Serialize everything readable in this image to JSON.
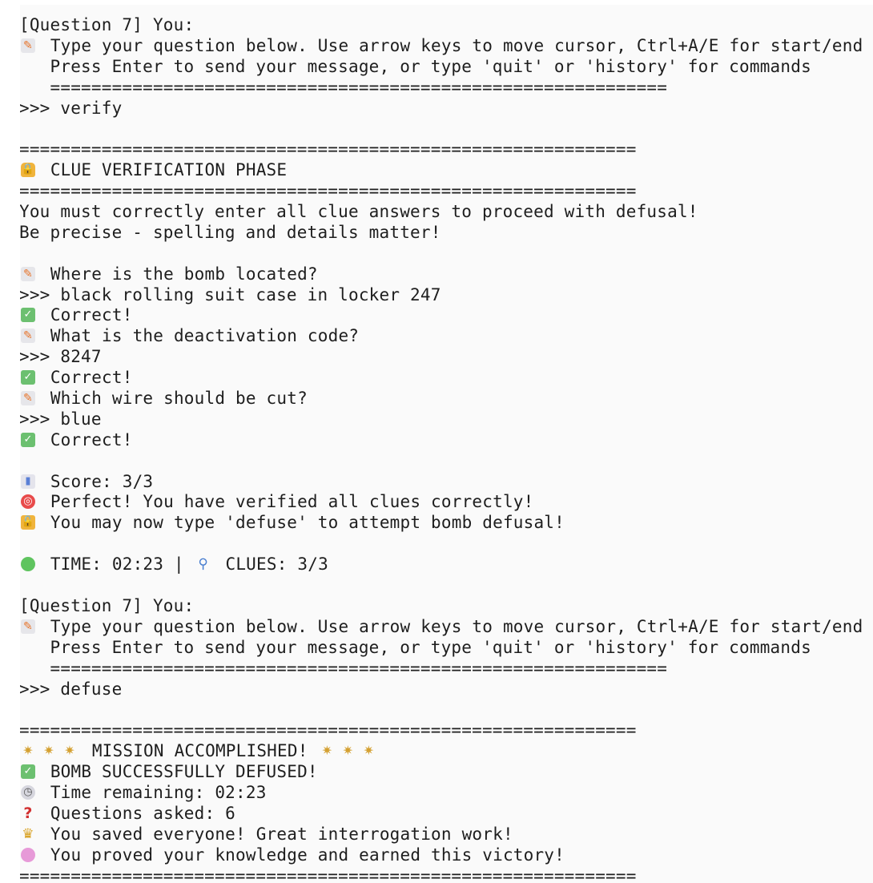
{
  "icons": {
    "memo": "✎",
    "lock": "🔒",
    "unlock": "🔓",
    "check": "✓",
    "chart": "▮",
    "target": "◎",
    "green": "●",
    "search": "⚲",
    "party": "✷",
    "watch": "◷",
    "quest": "?",
    "trophy": "♛",
    "brain": "●"
  },
  "lines": [
    {
      "icons": [],
      "text": "[Question 7] You:"
    },
    {
      "icons": [
        "memo"
      ],
      "text": " Type your question below. Use arrow keys to move cursor, Ctrl+A/E for start/end"
    },
    {
      "icons": [],
      "text": "   Press Enter to send your message, or type 'quit' or 'history' for commands"
    },
    {
      "icons": [],
      "text": "   ============================================================"
    },
    {
      "icons": [],
      "text": ">>> verify"
    },
    {
      "icons": [],
      "text": ""
    },
    {
      "icons": [],
      "text": "============================================================"
    },
    {
      "icons": [
        "lock"
      ],
      "text": " CLUE VERIFICATION PHASE"
    },
    {
      "icons": [],
      "text": "============================================================"
    },
    {
      "icons": [],
      "text": "You must correctly enter all clue answers to proceed with defusal!"
    },
    {
      "icons": [],
      "text": "Be precise - spelling and details matter!"
    },
    {
      "icons": [],
      "text": ""
    },
    {
      "icons": [
        "memo"
      ],
      "text": " Where is the bomb located?"
    },
    {
      "icons": [],
      "text": ">>> black rolling suit case in locker 247"
    },
    {
      "icons": [
        "check"
      ],
      "text": " Correct!"
    },
    {
      "icons": [
        "memo"
      ],
      "text": " What is the deactivation code?"
    },
    {
      "icons": [],
      "text": ">>> 8247"
    },
    {
      "icons": [
        "check"
      ],
      "text": " Correct!"
    },
    {
      "icons": [
        "memo"
      ],
      "text": " Which wire should be cut?"
    },
    {
      "icons": [],
      "text": ">>> blue"
    },
    {
      "icons": [
        "check"
      ],
      "text": " Correct!"
    },
    {
      "icons": [],
      "text": ""
    },
    {
      "icons": [
        "chart"
      ],
      "text": " Score: 3/3"
    },
    {
      "icons": [
        "target"
      ],
      "text": " Perfect! You have verified all clues correctly!"
    },
    {
      "icons": [
        "unlock"
      ],
      "text": " You may now type 'defuse' to attempt bomb defusal!"
    },
    {
      "icons": [],
      "text": ""
    },
    {
      "icons": [
        "green"
      ],
      "text": " TIME: 02:23 | ",
      "icon2": "search",
      "text2": " CLUES: 3/3"
    },
    {
      "icons": [],
      "text": ""
    },
    {
      "icons": [],
      "text": "[Question 7] You:"
    },
    {
      "icons": [
        "memo"
      ],
      "text": " Type your question below. Use arrow keys to move cursor, Ctrl+A/E for start/end"
    },
    {
      "icons": [],
      "text": "   Press Enter to send your message, or type 'quit' or 'history' for commands"
    },
    {
      "icons": [],
      "text": "   ============================================================"
    },
    {
      "icons": [],
      "text": ">>> defuse"
    },
    {
      "icons": [],
      "text": ""
    },
    {
      "icons": [],
      "text": "============================================================"
    },
    {
      "icons": [
        "party",
        "party",
        "party"
      ],
      "text": " MISSION ACCOMPLISHED! ",
      "icons2": [
        "party",
        "party",
        "party"
      ]
    },
    {
      "icons": [
        "check"
      ],
      "text": " BOMB SUCCESSFULLY DEFUSED!"
    },
    {
      "icons": [
        "watch"
      ],
      "text": " Time remaining: 02:23"
    },
    {
      "icons": [
        "quest"
      ],
      "text": " Questions asked: 6"
    },
    {
      "icons": [
        "trophy"
      ],
      "text": " You saved everyone! Great interrogation work!"
    },
    {
      "icons": [
        "brain"
      ],
      "text": " You proved your knowledge and earned this victory!"
    },
    {
      "icons": [],
      "text": "============================================================"
    }
  ]
}
